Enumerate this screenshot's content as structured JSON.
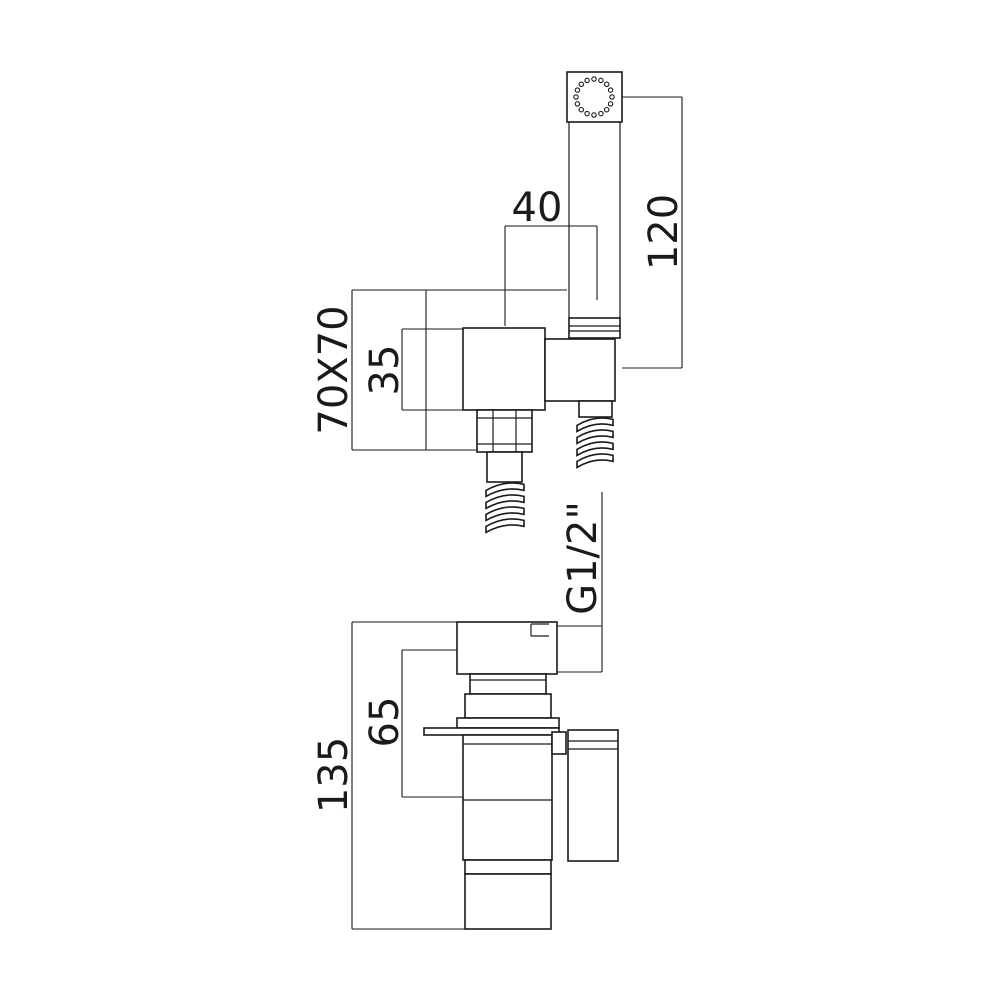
{
  "dimensions": {
    "width_40": "40",
    "length_120": "120",
    "size_70x70": "70X70",
    "height_35": "35",
    "thread_g12": "G1/2\"",
    "height_65": "65",
    "height_135": "135"
  },
  "colors": {
    "line": "#1a1a1a",
    "background": "#ffffff"
  }
}
